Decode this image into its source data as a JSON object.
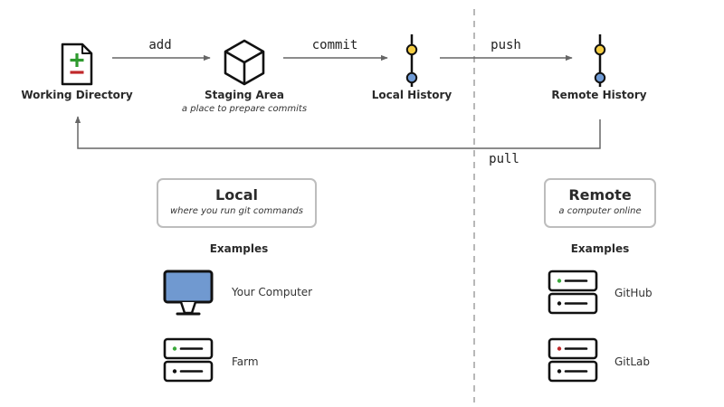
{
  "stages": {
    "working": {
      "label": "Working Directory"
    },
    "staging": {
      "label": "Staging Area",
      "caption": "a place to prepare commits"
    },
    "local_history": {
      "label": "Local History"
    },
    "remote_history": {
      "label": "Remote History"
    }
  },
  "commands": {
    "add": "add",
    "commit": "commit",
    "push": "push",
    "pull": "pull"
  },
  "local": {
    "title": "Local",
    "subtitle": "where you run git commands",
    "examples_heading": "Examples",
    "examples": [
      {
        "label": "Your Computer",
        "icon": "monitor-icon"
      },
      {
        "label": "Farm",
        "icon": "server-icon"
      }
    ]
  },
  "remote": {
    "title": "Remote",
    "subtitle": "a computer online",
    "examples_heading": "Examples",
    "examples": [
      {
        "label": "GitHub",
        "icon": "server-icon"
      },
      {
        "label": "GitLab",
        "icon": "server-icon"
      }
    ]
  },
  "colors": {
    "plus_green": "#2e9a2e",
    "minus_red": "#c0282a",
    "commit_yellow": "#f5cd42",
    "commit_blue": "#6f9bd6",
    "monitor_blue": "#7099d0",
    "server_green_led": "#3aa83a",
    "server_red_led": "#c0282a",
    "arrow_gray": "#666666",
    "divider_gray": "#b8b8b8"
  }
}
